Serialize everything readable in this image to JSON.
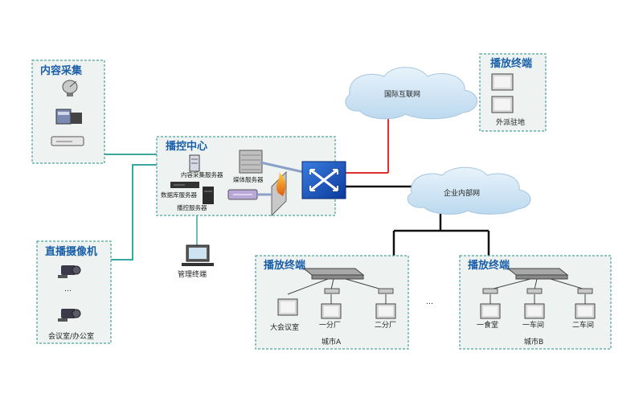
{
  "content_collection": {
    "title": "内容采集"
  },
  "live_camera": {
    "title": "直播摄像机",
    "ellipsis": "…",
    "location": "会议室/办公室"
  },
  "control_center": {
    "title": "播控中心",
    "content_server": "内容采集服务器",
    "media_server": "媒体服务器",
    "db_server": "数据库服务器",
    "control_server": "播控服务器"
  },
  "management_terminal": "管理终端",
  "internet": "国际互联网",
  "intranet": "企业内部网",
  "remote_terminal": {
    "title": "播放终端",
    "site": "外派驻地"
  },
  "city_a": {
    "title": "播放终端",
    "city": "城市A",
    "t1": "大会议室",
    "t2": "一分厂",
    "t3": "二分厂"
  },
  "city_b": {
    "title": "播放终端",
    "city": "城市B",
    "t1": "一食堂",
    "t2": "一车间",
    "t3": "二车间"
  },
  "middle_ellipsis": "…",
  "colors": {
    "box_border": "#4aa39c",
    "box_fill": "#eef3f1",
    "title": "#1a5fa8",
    "link_teal": "#3aa7a0",
    "link_red": "#e03030",
    "link_black": "#111111",
    "cloud": "#d2e7f5"
  }
}
